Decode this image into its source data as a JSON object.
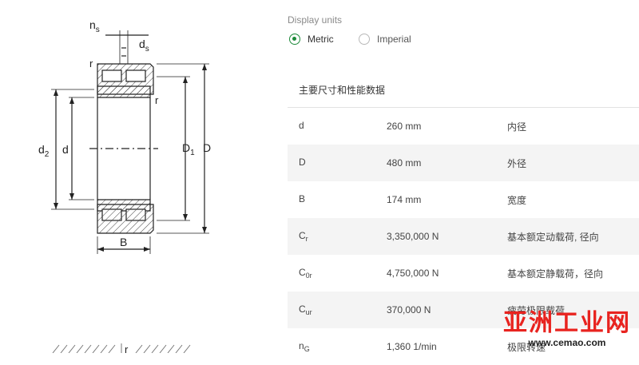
{
  "drawing": {
    "labels": {
      "ns_n": "n",
      "ns_s": "s",
      "ds_d": "d",
      "ds_s": "s",
      "r_top": "r",
      "r_right": "r",
      "d2_d": "d",
      "d2_2": "2",
      "d": "d",
      "D1_D": "D",
      "D1_1": "1",
      "D": "D",
      "B": "B",
      "r_bottom": "r"
    }
  },
  "units": {
    "label": "Display units",
    "options": [
      {
        "label": "Metric",
        "selected": true
      },
      {
        "label": "Imperial",
        "selected": false
      }
    ]
  },
  "specs": {
    "title": "主要尺寸和性能数据",
    "rows": [
      {
        "sym": "d",
        "sub": "",
        "value": "260 mm",
        "desc": "内径"
      },
      {
        "sym": "D",
        "sub": "",
        "value": "480 mm",
        "desc": "外径"
      },
      {
        "sym": "B",
        "sub": "",
        "value": "174 mm",
        "desc": "宽度"
      },
      {
        "sym": "C",
        "sub": "r",
        "value": "3,350,000 N",
        "desc": "基本额定动载荷, 径向"
      },
      {
        "sym": "C",
        "sub": "0r",
        "value": "4,750,000 N",
        "desc": "基本额定静载荷，径向"
      },
      {
        "sym": "C",
        "sub": "ur",
        "value": "370,000 N",
        "desc": "疲劳极限载荷"
      },
      {
        "sym": "n",
        "sub": "G",
        "value": "1,360 1/min",
        "desc": "极限转速"
      }
    ]
  },
  "watermark": {
    "main": "亚洲工业网",
    "sub": "www.cemao.com"
  },
  "colors": {
    "accent": "#1d8a3a",
    "watermark": "#e8231f",
    "row_alt": "#f4f4f4"
  }
}
